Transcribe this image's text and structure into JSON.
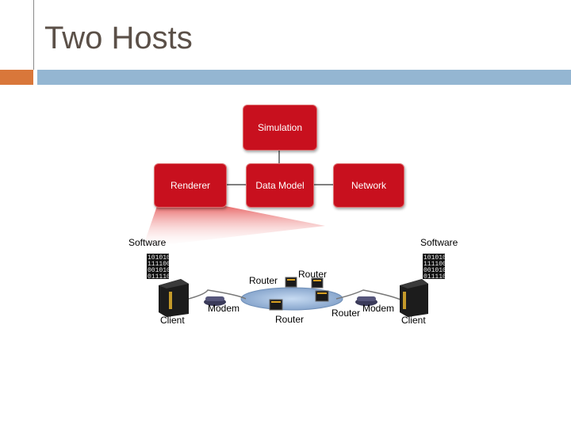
{
  "title": "Two Hosts",
  "colors": {
    "accent_orange": "#d9773a",
    "accent_blue": "#94b6d2",
    "box_red": "#c8101e",
    "box_border": "#e07070"
  },
  "hierarchy": {
    "simulation": "Simulation",
    "renderer": "Renderer",
    "data_model": "Data Model",
    "network": "Network"
  },
  "labels": {
    "software_left": "Software",
    "software_right": "Software",
    "client_left": "Client",
    "client_right": "Client",
    "modem_left": "Modem",
    "modem_right": "Modem",
    "router_1": "Router",
    "router_2": "Router",
    "router_3": "Router",
    "router_4": "Router"
  },
  "binary_left": "101010\n111100\n001010\n011110",
  "binary_right": "101010\n111100\n001010\n011110"
}
